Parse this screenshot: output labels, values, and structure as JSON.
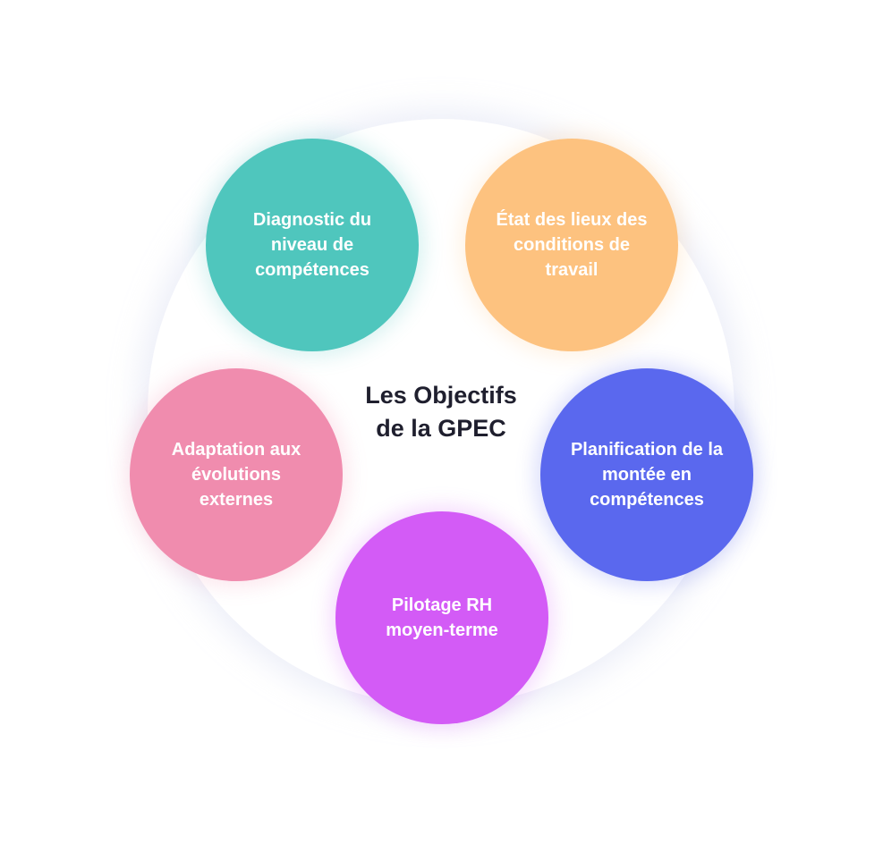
{
  "diagram": {
    "title_lines": [
      "Les Objectifs",
      "de la GPEC"
    ],
    "nodes": [
      {
        "id": "diagnostic",
        "lines": [
          "Diagnostic du",
          "niveau de",
          "compétences"
        ],
        "color": "#4fc6bd"
      },
      {
        "id": "etat",
        "lines": [
          "État des lieux des",
          "conditions de",
          "travail"
        ],
        "color": "#fdc27f"
      },
      {
        "id": "adaptation",
        "lines": [
          "Adaptation aux",
          "évolutions",
          "externes"
        ],
        "color": "#f08cae"
      },
      {
        "id": "planification",
        "lines": [
          "Planification de la",
          "montée en",
          "compétences"
        ],
        "color": "#5a68ee"
      },
      {
        "id": "pilotage",
        "lines": [
          "Pilotage RH",
          "moyen-terme"
        ],
        "color": "#d35bf6"
      }
    ]
  }
}
